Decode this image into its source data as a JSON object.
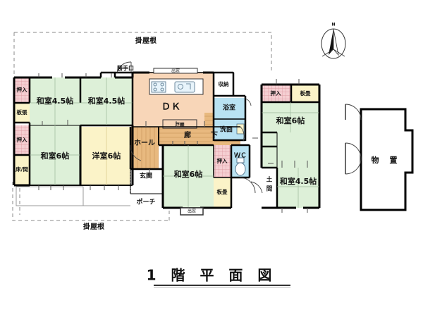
{
  "document": {
    "title": "1 階 平 面 図",
    "kind": "floor-plan",
    "compass_label": "N"
  },
  "colors": {
    "tatami": "#ddf0d8",
    "wood": "#e8b97f",
    "dk": "#f8d6b8",
    "closet": "#f5cfd2",
    "board": "#fbf3c8",
    "water": "#b9e2f2",
    "wall": "#000000",
    "thin_wall": "#777777",
    "dashed_roof": "#8a8a8a",
    "white": "#ffffff"
  },
  "annotations": {
    "roof_top": "掛屋根",
    "roof_bottom": "掛屋根",
    "back_door": "勝手口",
    "bay_window_kitchen": "出窓",
    "bay_window_south": "出窓",
    "cupboard": "戸棚"
  },
  "rooms": {
    "washitsu_45_top_left": "和室4.5帖",
    "washitsu_45_top_mid": "和室4.5帖",
    "washitsu_6_left": "和室6帖",
    "yoshitsu_6": "洋室6帖",
    "dk": "ＤＫ",
    "hall": "ホール",
    "corridor_a": "廊",
    "corridor_b": "下",
    "genkan": "玄関",
    "porch": "ポーチ",
    "washitsu_6_center": "和室6帖",
    "storage_nook": "収納",
    "bath": "浴室",
    "washbasin": "洗面",
    "wc": "ＷＣ",
    "washitsu_6_right": "和室6帖",
    "washitsu_45_right": "和室4.5帖",
    "doma_a": "土",
    "doma_b": "間",
    "shed": "物　置"
  },
  "closets": {
    "oshiire_tl": "押入",
    "itabari": "板張",
    "oshiire_ml": "押入",
    "tokonoma": "床/間",
    "oshiire_center": "押入",
    "itadatami_center": "板畳",
    "oshiire_right": "押入",
    "itadatami_right": "板畳"
  }
}
